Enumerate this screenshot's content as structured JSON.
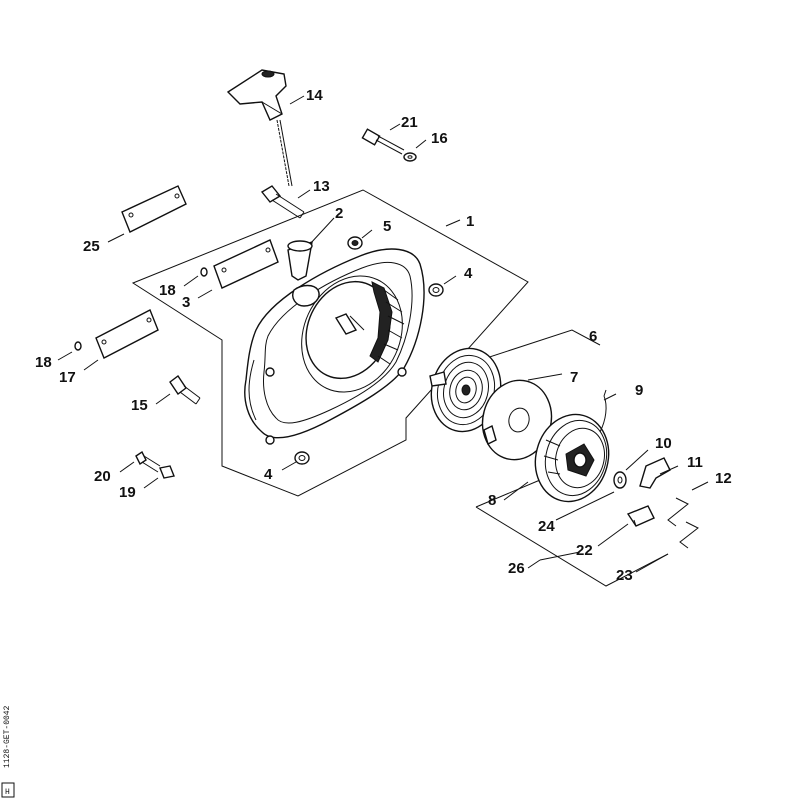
{
  "callouts": {
    "c1": "1",
    "c2": "2",
    "c3": "3",
    "c4a": "4",
    "c4b": "4",
    "c5": "5",
    "c6": "6",
    "c7": "7",
    "c8": "8",
    "c9": "9",
    "c10": "10",
    "c11": "11",
    "c12": "12",
    "c13": "13",
    "c14": "14",
    "c15": "15",
    "c16": "16",
    "c17": "17",
    "c18a": "18",
    "c18b": "18",
    "c19": "19",
    "c20": "20",
    "c21": "21",
    "c22": "22",
    "c23": "23",
    "c24": "24",
    "c25": "25",
    "c26": "26"
  },
  "drawing_code": "1128-GET-0042",
  "corner_mark": "H"
}
